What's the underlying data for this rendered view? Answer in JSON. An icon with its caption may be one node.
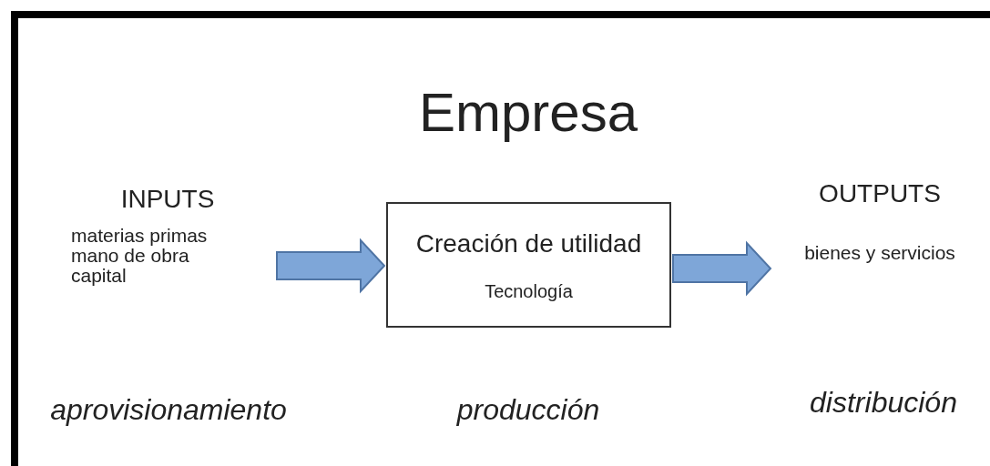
{
  "diagram": {
    "title": "Empresa",
    "nodes": [
      {
        "text": [
          "INPUTS",
          "materias primas",
          "mano de obra",
          "capital"
        ]
      },
      {
        "text": [
          "Creación de utilidad",
          "Tecnología"
        ]
      },
      {
        "text": [
          "OUTPUTS",
          "bienes y servicios"
        ]
      }
    ],
    "edges": [
      {
        "from": 0,
        "to": 1,
        "arrow": "to"
      },
      {
        "from": 1,
        "to": 2,
        "arrow": "to"
      }
    ],
    "labels": [
      "aprovisionamiento",
      "producción",
      "distribución"
    ]
  }
}
